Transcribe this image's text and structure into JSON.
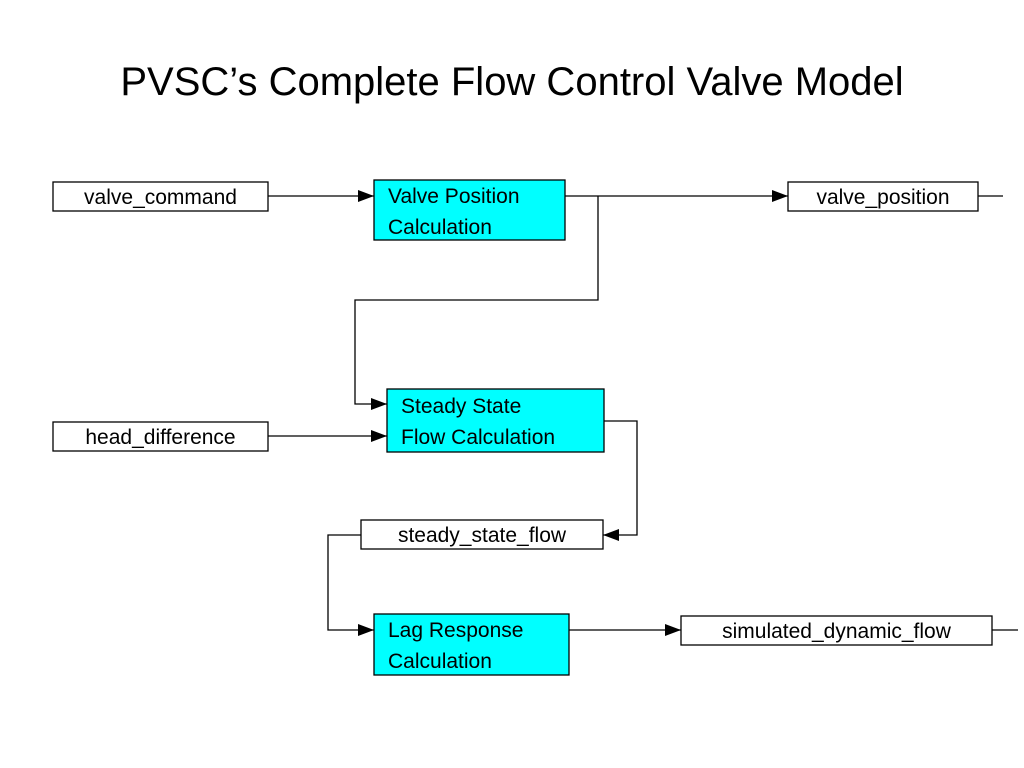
{
  "title": "PVSC’s Complete Flow Control Valve Model",
  "colors": {
    "calc_fill": "#00ffff",
    "variable_fill": "#ffffff",
    "line": "#000000"
  },
  "variables": {
    "valve_command": "valve_command",
    "valve_position": "valve_position",
    "head_difference": "head_difference",
    "steady_state_flow": "steady_state_flow",
    "simulated_dynamic_flow": "simulated_dynamic_flow"
  },
  "calculations": {
    "valve_position_calc": {
      "line1": "Valve Position",
      "line2": "Calculation"
    },
    "steady_state_calc": {
      "line1": "Steady State",
      "line2": "Flow Calculation"
    },
    "lag_response_calc": {
      "line1": "Lag Response",
      "line2": "Calculation"
    }
  },
  "connections": [
    {
      "from": "valve_command",
      "to": "valve_position_calc"
    },
    {
      "from": "valve_position_calc",
      "to": "valve_position"
    },
    {
      "from": "valve_position_calc",
      "to": "steady_state_calc"
    },
    {
      "from": "head_difference",
      "to": "steady_state_calc"
    },
    {
      "from": "steady_state_calc",
      "to": "steady_state_flow"
    },
    {
      "from": "steady_state_flow",
      "to": "lag_response_calc"
    },
    {
      "from": "lag_response_calc",
      "to": "simulated_dynamic_flow"
    }
  ]
}
